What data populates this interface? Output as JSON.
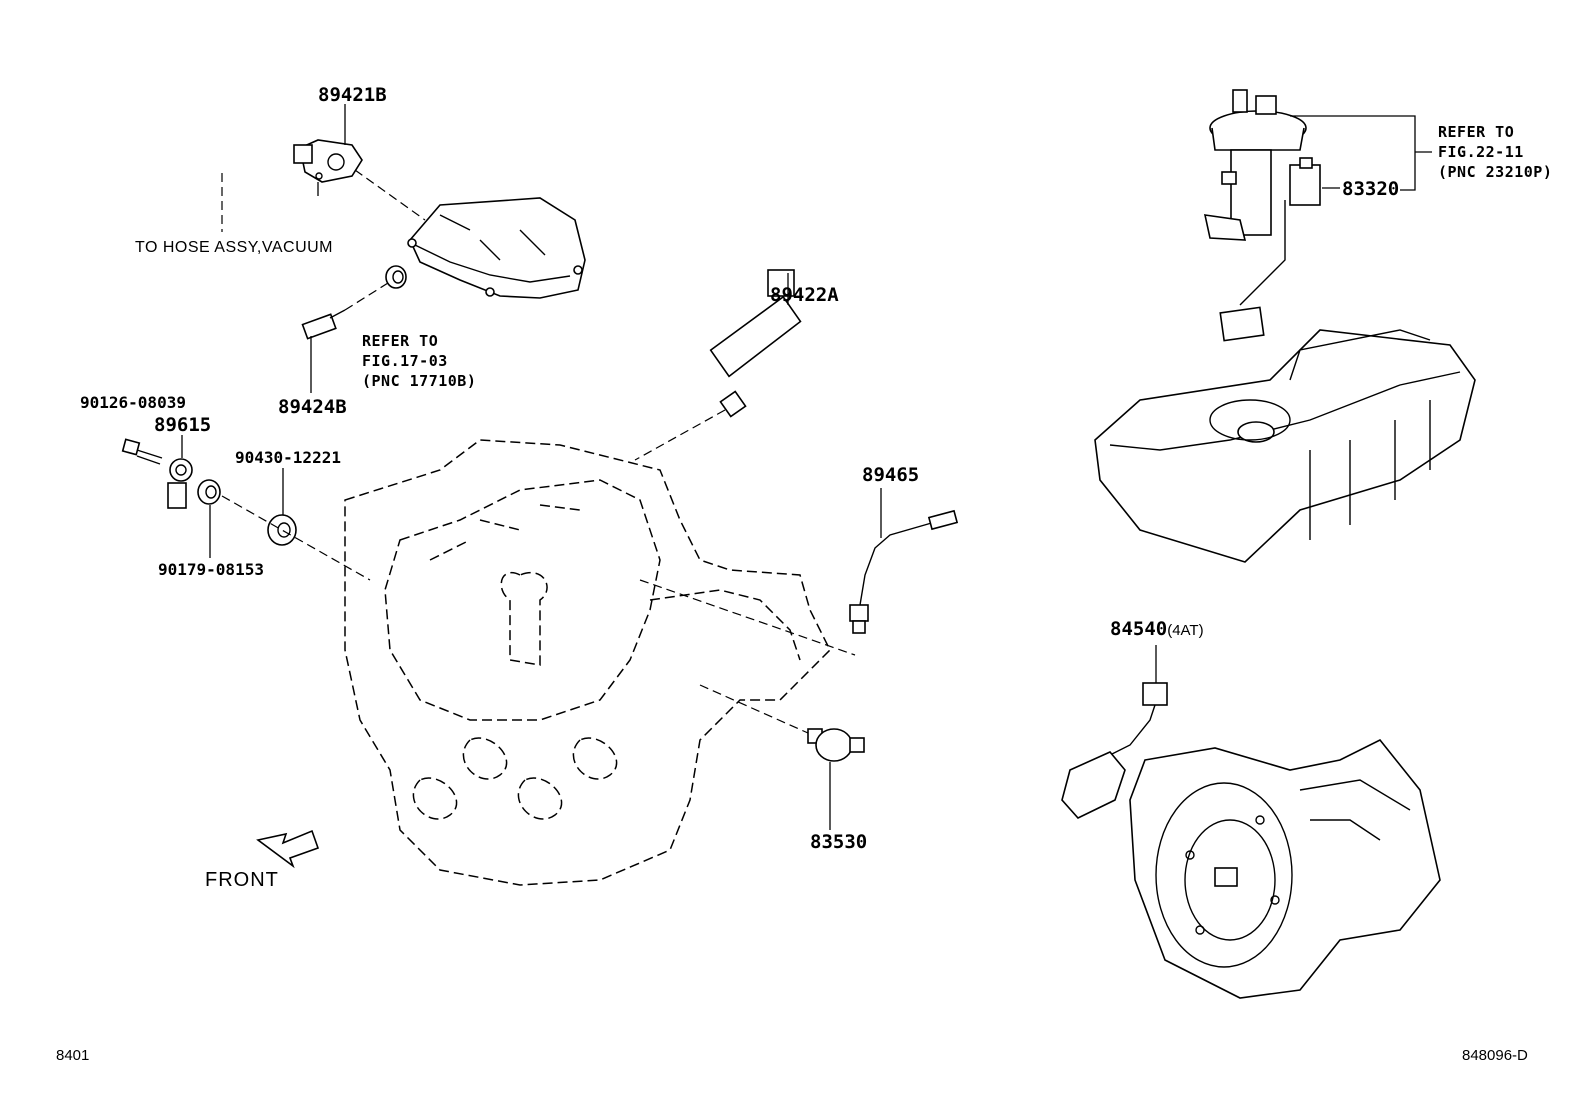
{
  "parts": {
    "p89421B": "89421B",
    "p89424B": "89424B",
    "p89422A": "89422A",
    "p90126": "90126-08039",
    "p89615": "89615",
    "p90430": "90430-12221",
    "p90179": "90179-08153",
    "p89465": "89465",
    "p83530": "83530",
    "p83320": "83320",
    "p84540": "84540",
    "p84540_suffix": "(4AT)"
  },
  "notes": {
    "hose": "TO HOSE ASSY,VACUUM",
    "ref17": [
      "REFER TO",
      "FIG.17-03",
      "(PNC 17710B)"
    ],
    "ref22": [
      "REFER TO",
      "FIG.22-11",
      "(PNC 23210P)"
    ]
  },
  "front_label": "FRONT",
  "footer": {
    "left": "8401",
    "right": "848096-D"
  }
}
